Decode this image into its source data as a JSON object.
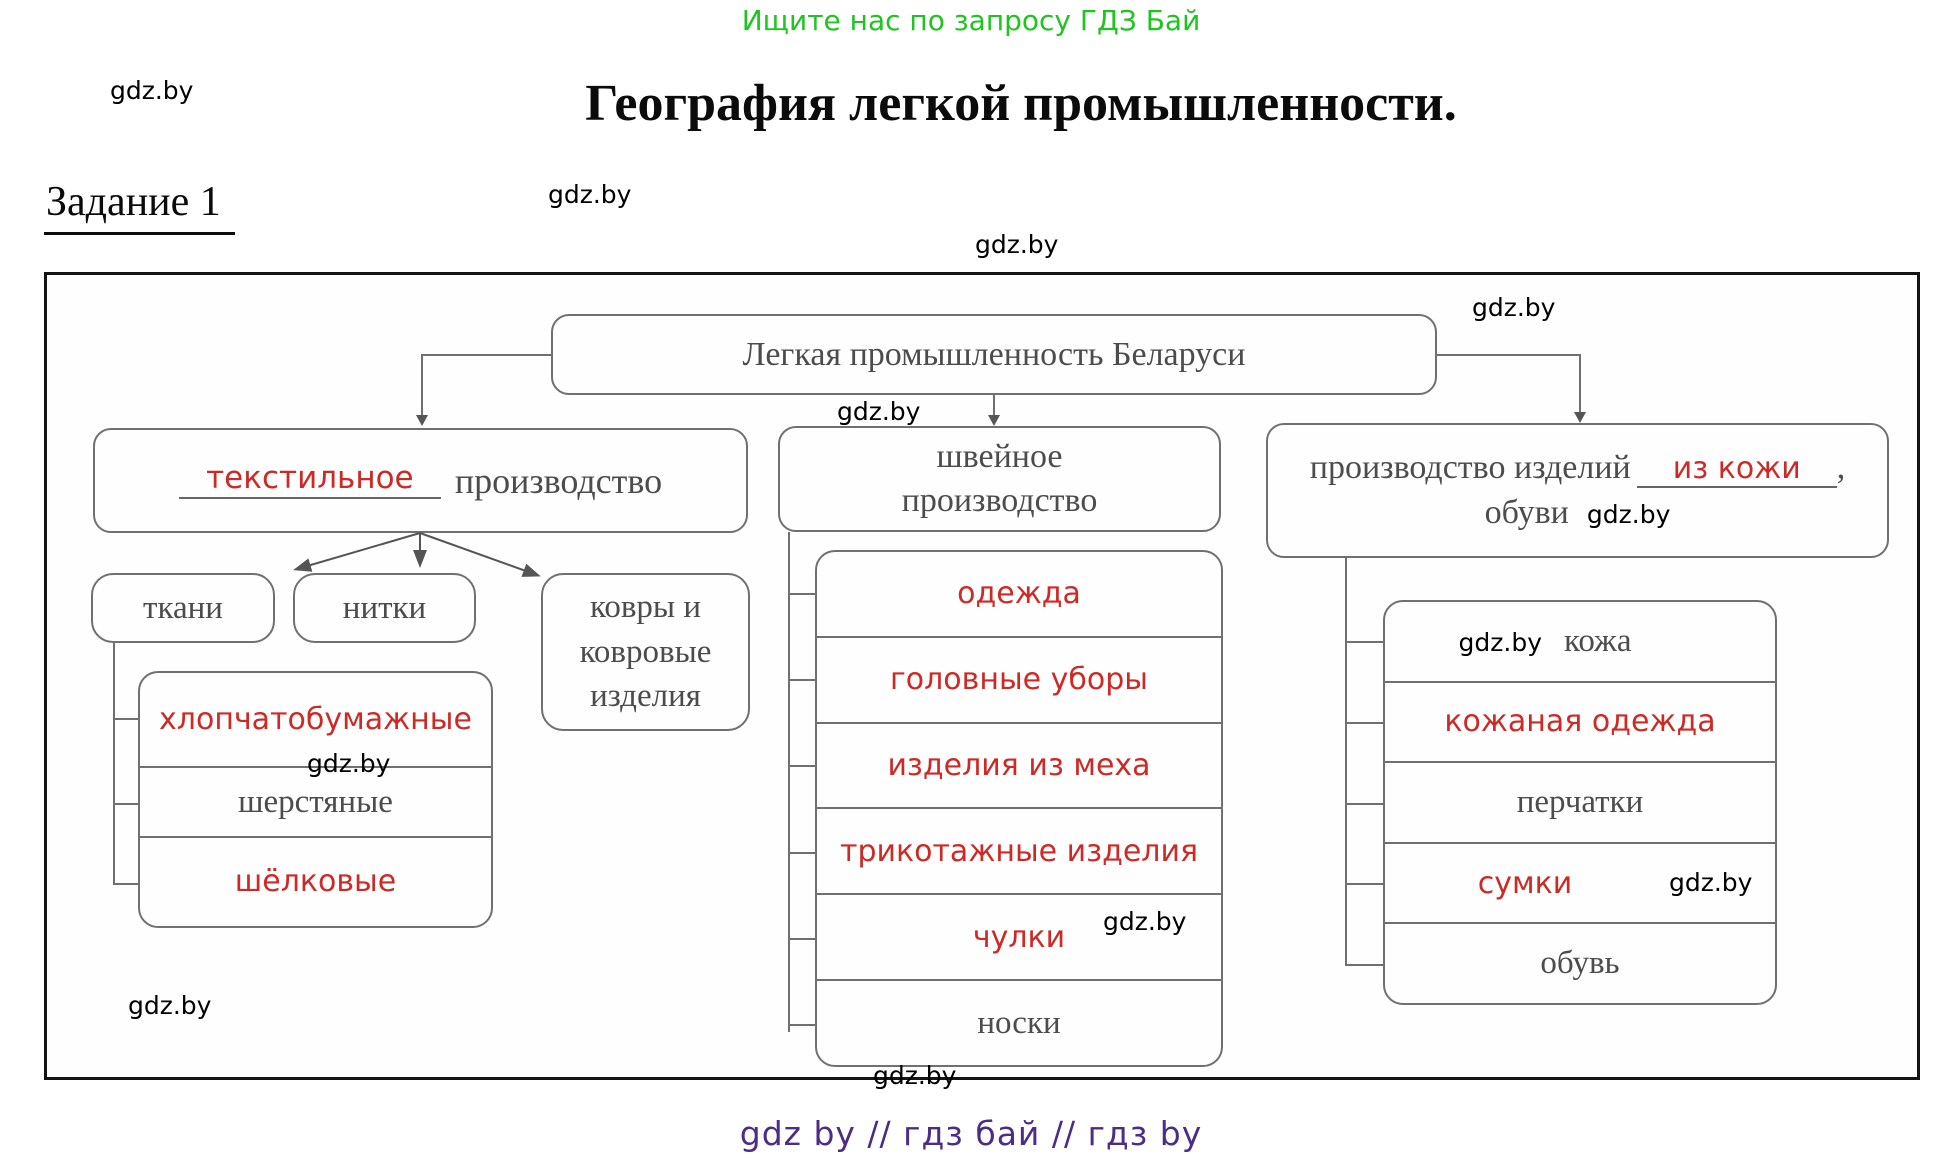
{
  "promo": "Ищите нас по запросу ГДЗ Бай",
  "watermark": "gdz.by",
  "title": "География легкой промышленности.",
  "task": "Задание 1",
  "footer": "gdz by  //  гдз бай  //  гдз by",
  "colors": {
    "promo_green": "#1fc51f",
    "answer_red": "#cd2a26",
    "printed_gray": "#4c4c4c",
    "border_gray": "#707070",
    "frame_black": "#141414",
    "footer_purple": "#4b2d87",
    "watermark_black": "#000000"
  },
  "diagram": {
    "root": "Легкая промышленность Беларуси",
    "textile": {
      "answer": "текстильное",
      "label": "производство",
      "children": [
        "ткани",
        "нитки",
        "ковры и ковровые изделия"
      ],
      "fabrics": [
        "хлопчатобумажные",
        "шерстяные",
        "шёлковые"
      ]
    },
    "sewing": {
      "line1": "швейное",
      "line2": "производство",
      "items": [
        "одежда",
        "головные уборы",
        "изделия из меха",
        "трикотажные изделия",
        "чулки",
        "носки"
      ]
    },
    "leather": {
      "label": "производство изделий",
      "answer": "из кожи",
      "comma": ",",
      "line2": "обуви",
      "items": [
        "кожа",
        "кожаная одежда",
        "перчатки",
        "сумки",
        "обувь"
      ]
    }
  }
}
